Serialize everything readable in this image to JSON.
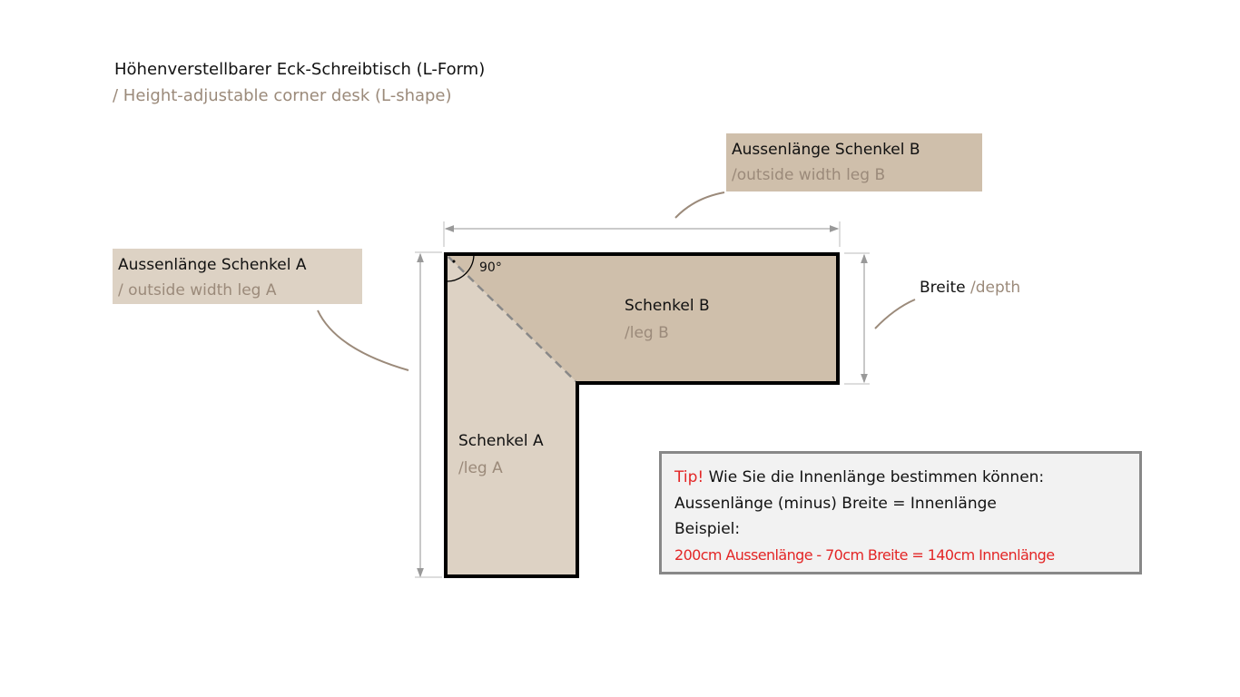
{
  "title": "Höhenverstellbarer Eck-Schreibtisch (L-Form)",
  "subtitle": "/ Height-adjustable corner desk (L-shape)",
  "label_leg_b": {
    "title": "Aussenlänge Schenkel B",
    "sub": "/outside width leg B"
  },
  "label_leg_a": {
    "title": "Aussenlänge Schenkel A",
    "sub": "/ outside width leg A"
  },
  "label_depth": {
    "title": "Breite",
    "sub": "/depth"
  },
  "leg_b": {
    "title": "Schenkel B",
    "sub": "/leg B"
  },
  "leg_a": {
    "title": "Schenkel A",
    "sub": "/leg A"
  },
  "angle": "90°",
  "tip": {
    "prefix": "Tip!",
    "line1": "Wie Sie die Innenlänge bestimmen können:",
    "line2": "Aussenlänge (minus) Breite = Innenlänge",
    "line3": "Beispiel:",
    "line4": "200cm Aussenlänge - 70cm Breite = 140cm Innenlänge"
  },
  "colors": {
    "leg_a": "#ddd2c4",
    "leg_b": "#cfbfab",
    "accent_text": "#9b8a7a",
    "tip_red": "#e32626"
  }
}
